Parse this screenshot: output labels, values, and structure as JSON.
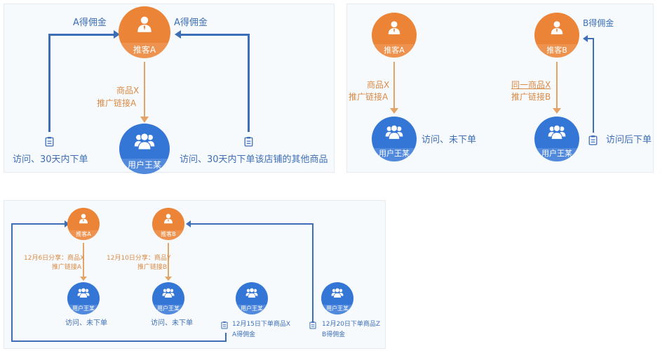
{
  "colors": {
    "orange_node": "#ec8437",
    "blue_node": "#3376d6",
    "blue_line": "#3e6fb6",
    "orange_line": "#e3a466",
    "orange_text": "#d98a45",
    "panel_bg": "#f7fafd"
  },
  "panel1": {
    "promoter": {
      "label": "推客A",
      "icon": "promoter-icon"
    },
    "user": {
      "label": "用户王某",
      "icon": "users-icon"
    },
    "left_commission": "A得佣金",
    "right_commission": "A得佣金",
    "share_line1": "商品X",
    "share_line2": "推广链接A",
    "left_action": "访问、30天内下单",
    "right_action": "访问、30天内下单该店铺的其他商品",
    "order_icon": "clipboard-icon"
  },
  "panel2": {
    "promoterA": {
      "label": "推客A"
    },
    "promoterB": {
      "label": "推客B"
    },
    "userA": {
      "label": "用户王某"
    },
    "userB": {
      "label": "用户王某"
    },
    "shareA_line1": "商品X",
    "shareA_line2": "推广链接A",
    "shareB_line1": "同一商品X",
    "shareB_line2": "推广链接B",
    "actionA": "访问、未下单",
    "actionB": "访问后下单",
    "commissionB": "B得佣金"
  },
  "panel3": {
    "promoterA": {
      "label": "推客A"
    },
    "promoterB": {
      "label": "推客B"
    },
    "users": [
      "用户王某",
      "用户王某",
      "用户王某",
      "用户王某"
    ],
    "shareA_line1": "12月6日分享：商品X",
    "shareA_line2": "推广链接A",
    "shareB_line1": "12月10日分享：商品Y",
    "shareB_line2": "推广链接B",
    "action1": "访问、未下单",
    "action2": "访问、未下单",
    "order3_line1": "12月15日下单商品X",
    "order3_line2": "A得佣金",
    "order4_line1": "12月20日下单商品Z",
    "order4_line2": "B得佣金"
  }
}
